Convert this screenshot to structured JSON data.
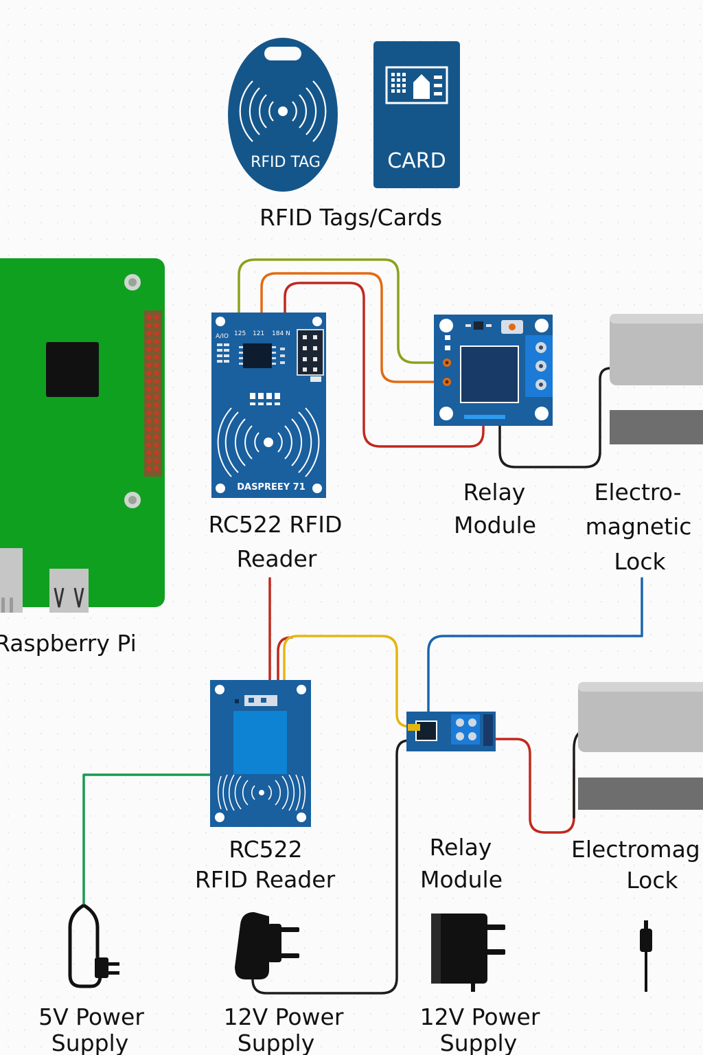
{
  "labels": {
    "tags_title": "RFID Tags/Cards",
    "tag_text": "RFID TAG",
    "card_text": "CARD",
    "pi": "Raspberry Pi",
    "reader_top_line1": "RC522 RFID",
    "reader_top_line2": "Reader",
    "relay_top_line1": "Relay",
    "relay_top_line2": "Module",
    "lock_top_line1": "Electro-",
    "lock_top_line2": "magnetic",
    "lock_top_line3": "Lock",
    "reader_bottom_line1": "RC522",
    "reader_bottom_line2": "RFID Reader",
    "relay_bottom_line1": "Relay",
    "relay_bottom_line2": "Module",
    "lock_bottom_line1": "Electromag",
    "lock_bottom_line2": "Lock",
    "psu_5v_line1": "5V Power",
    "psu_5v_line2": "Supply",
    "psu_12v_a_line1": "12V Power",
    "psu_12v_a_line2": "Supply",
    "psu_12v_b_line1": "12V Power",
    "psu_12v_b_line2": "Supply"
  },
  "reader_silkscreen": {
    "pin1": "125",
    "pin2": "121",
    "pin3": "184 N",
    "corner": "A/IO",
    "brand": "DASPREEY 71"
  },
  "colors": {
    "board_blue": "#1a5f9e",
    "pi_green": "#10a020",
    "tag_blue": "#15568a",
    "wire_red": "#c0281e",
    "wire_orange": "#e26a12",
    "wire_olive": "#8aa21c",
    "wire_yellow": "#e3b610",
    "wire_blue": "#1b64b0",
    "wire_green": "#189a52",
    "wire_black": "#1c1c1c"
  },
  "icons": [
    "rfid-tag-icon",
    "access-card-icon",
    "wall-adapter-icon",
    "usb-plug-icon",
    "micro-usb-cable-icon"
  ]
}
